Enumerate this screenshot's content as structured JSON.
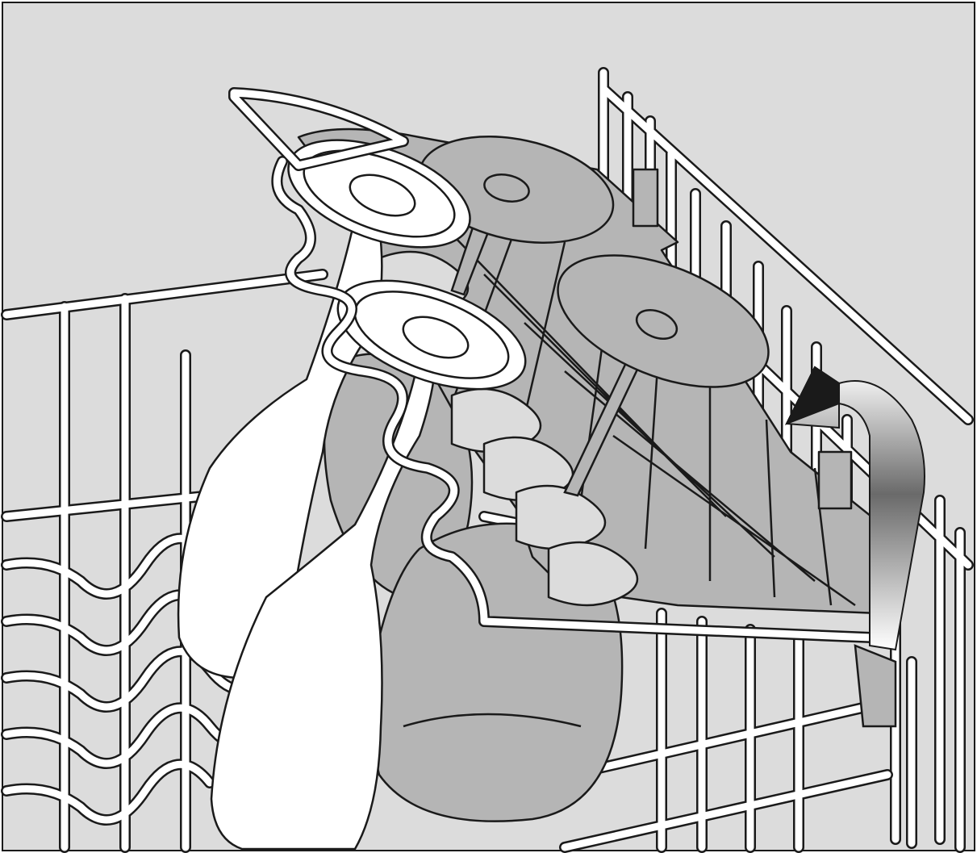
{
  "illustration": {
    "colors": {
      "background": "#dcdcdc",
      "wire_fill": "#ffffff",
      "outline": "#1a1a1a",
      "grey_part": "#b5b5b5",
      "arrow_dark": "#1a1a1a",
      "arrow_light": "#ffffff"
    },
    "parts": [
      "lower-rack-basket",
      "cup-rack-shelf",
      "wire-tines-side-panel",
      "wine-glass",
      "fold-up-arrow"
    ]
  }
}
